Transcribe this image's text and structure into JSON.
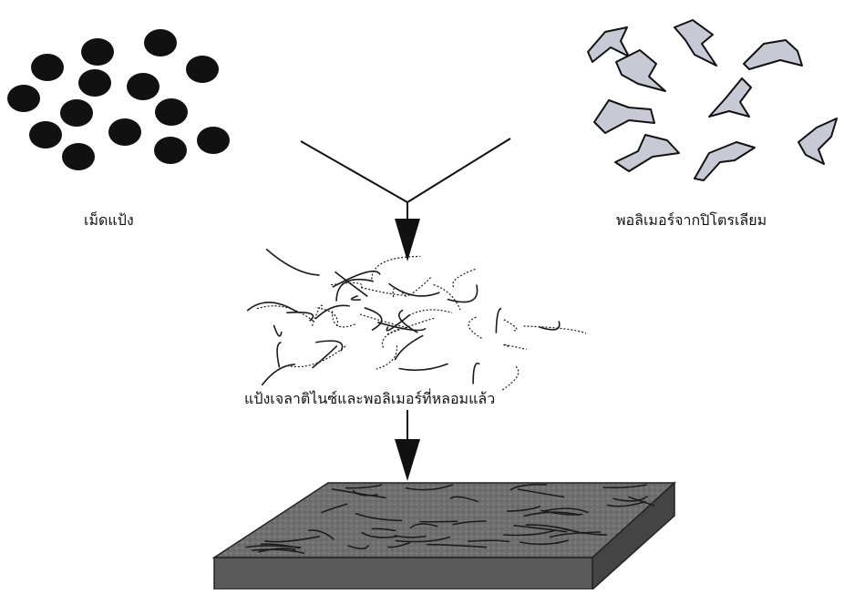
{
  "labels": {
    "starch_granules": "เม็ดแป้ง",
    "petroleum_polymer": "พอลิเมอร์จากปิโตรเลียม",
    "melted_mixture": "แป้งเจลาติไนซ์และพอลิเมอร์ที่หลอมแล้ว"
  },
  "colors": {
    "granule": "#111111",
    "polymer_flake_fill": "#c9c9d6",
    "line": "#111111",
    "slab_top": "#6b6b6b",
    "slab_front": "#555555",
    "slab_side": "#3f3f3f"
  },
  "icons": {
    "starch": "starch-granule-icon",
    "polymer": "polymer-flake-icon",
    "arrow": "down-arrow-icon"
  }
}
